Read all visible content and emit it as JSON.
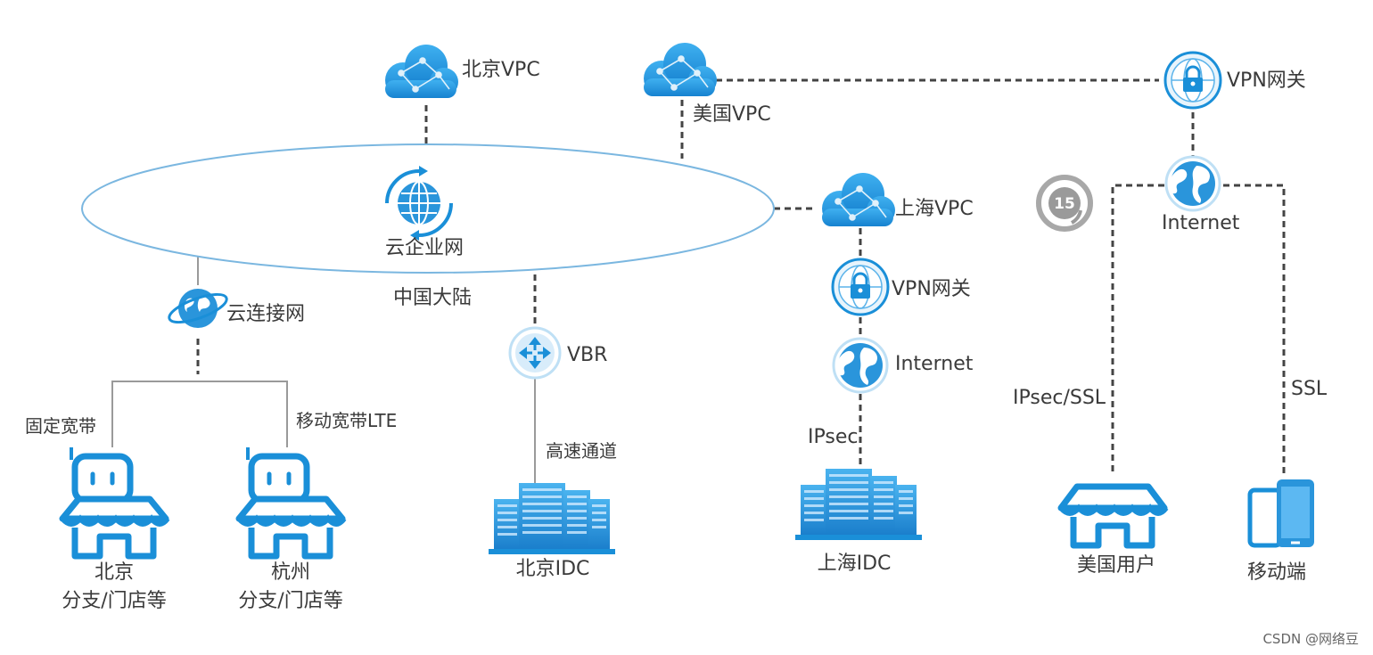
{
  "nodes": {
    "beijing_vpc": "北京VPC",
    "us_vpc": "美国VPC",
    "vpn_gateway_top": "VPN网关",
    "internet_top": "Internet",
    "cen": "云企业网",
    "china_mainland": "中国大陆",
    "shanghai_vpc": "上海VPC",
    "vpn_gateway_mid": "VPN网关",
    "internet_mid": "Internet",
    "vbr": "VBR",
    "cloud_connect": "云连接网",
    "fixed_broadband": "固定宽带",
    "mobile_lte": "移动宽带LTE",
    "express_connect": "高速通道",
    "ipsec": "IPsec",
    "ipsec_ssl": "IPsec/SSL",
    "ssl": "SSL",
    "beijing_store_1": "北京",
    "beijing_store_2": "分支/门店等",
    "hangzhou_store_1": "杭州",
    "hangzhou_store_2": "分支/门店等",
    "beijing_idc": "北京IDC",
    "shanghai_idc": "上海IDC",
    "us_user": "美国用户",
    "mobile": "移动端"
  },
  "badge": "15",
  "watermark": "CSDN @网络豆",
  "colors": {
    "accent": "#1a8fd8",
    "line": "#444444",
    "ellipse": "#7bb7e0"
  },
  "icons": [
    "cloud-icon",
    "lock-icon",
    "globe-icon",
    "cen-icon",
    "router-icon",
    "store-icon",
    "building-icon",
    "phone-icon"
  ]
}
